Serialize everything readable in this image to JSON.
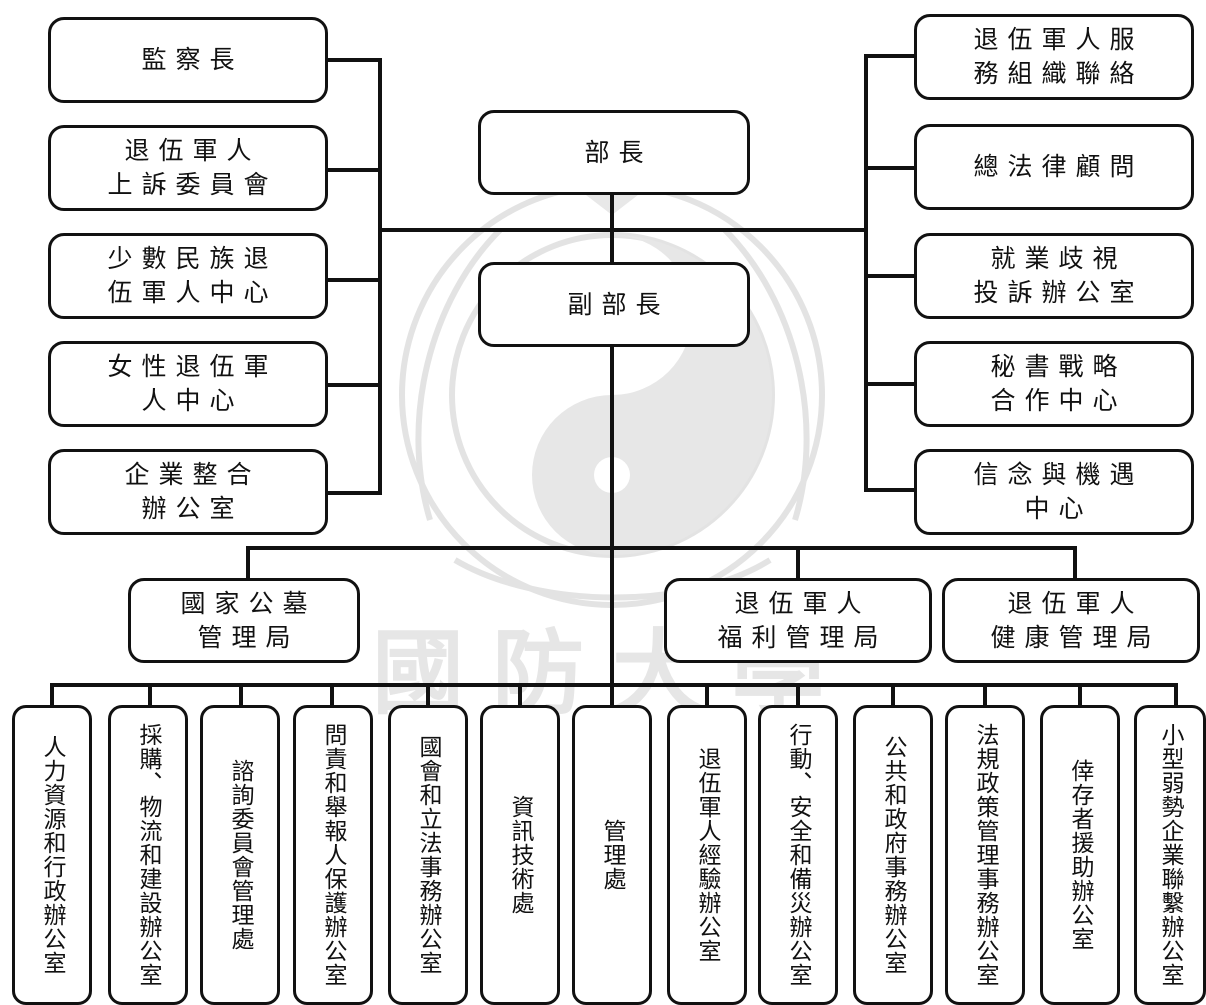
{
  "colors": {
    "line": "#111111",
    "box_fill": "#ffffff",
    "watermark": "#e3e3e3"
  },
  "watermark": {
    "type": "emblem-with-taiji-and-laurel",
    "text": "國防大學"
  },
  "top": {
    "minister": "部長",
    "deputy": "副部長"
  },
  "left_column": [
    "監察長",
    "退伍軍人\n上訴委員會",
    "少數民族退\n伍軍人中心",
    "女性退伍軍\n人中心",
    "企業整合\n辦公室"
  ],
  "right_column": [
    "退伍軍人服\n務組織聯絡",
    "總法律顧問",
    "就業歧視\n投訴辦公室",
    "秘書戰略\n合作中心",
    "信念與機遇\n中心"
  ],
  "administrations": [
    "國家公墓\n管理局",
    "退伍軍人\n福利管理局",
    "退伍軍人\n健康管理局"
  ],
  "offices": [
    "人力資源和行政辦公室",
    "採購、物流和建設辦公室",
    "諮詢委員會管理處",
    "問責和舉報人保護辦公室",
    "國會和立法事務辦公室",
    "資訊技術處",
    "管理處",
    "退伍軍人經驗辦公室",
    "行動、安全和備災辦公室",
    "公共和政府事務辦公室",
    "法規政策管理事務辦公室",
    "倖存者援助辦公室",
    "小型弱勢企業聯繫辦公室"
  ]
}
